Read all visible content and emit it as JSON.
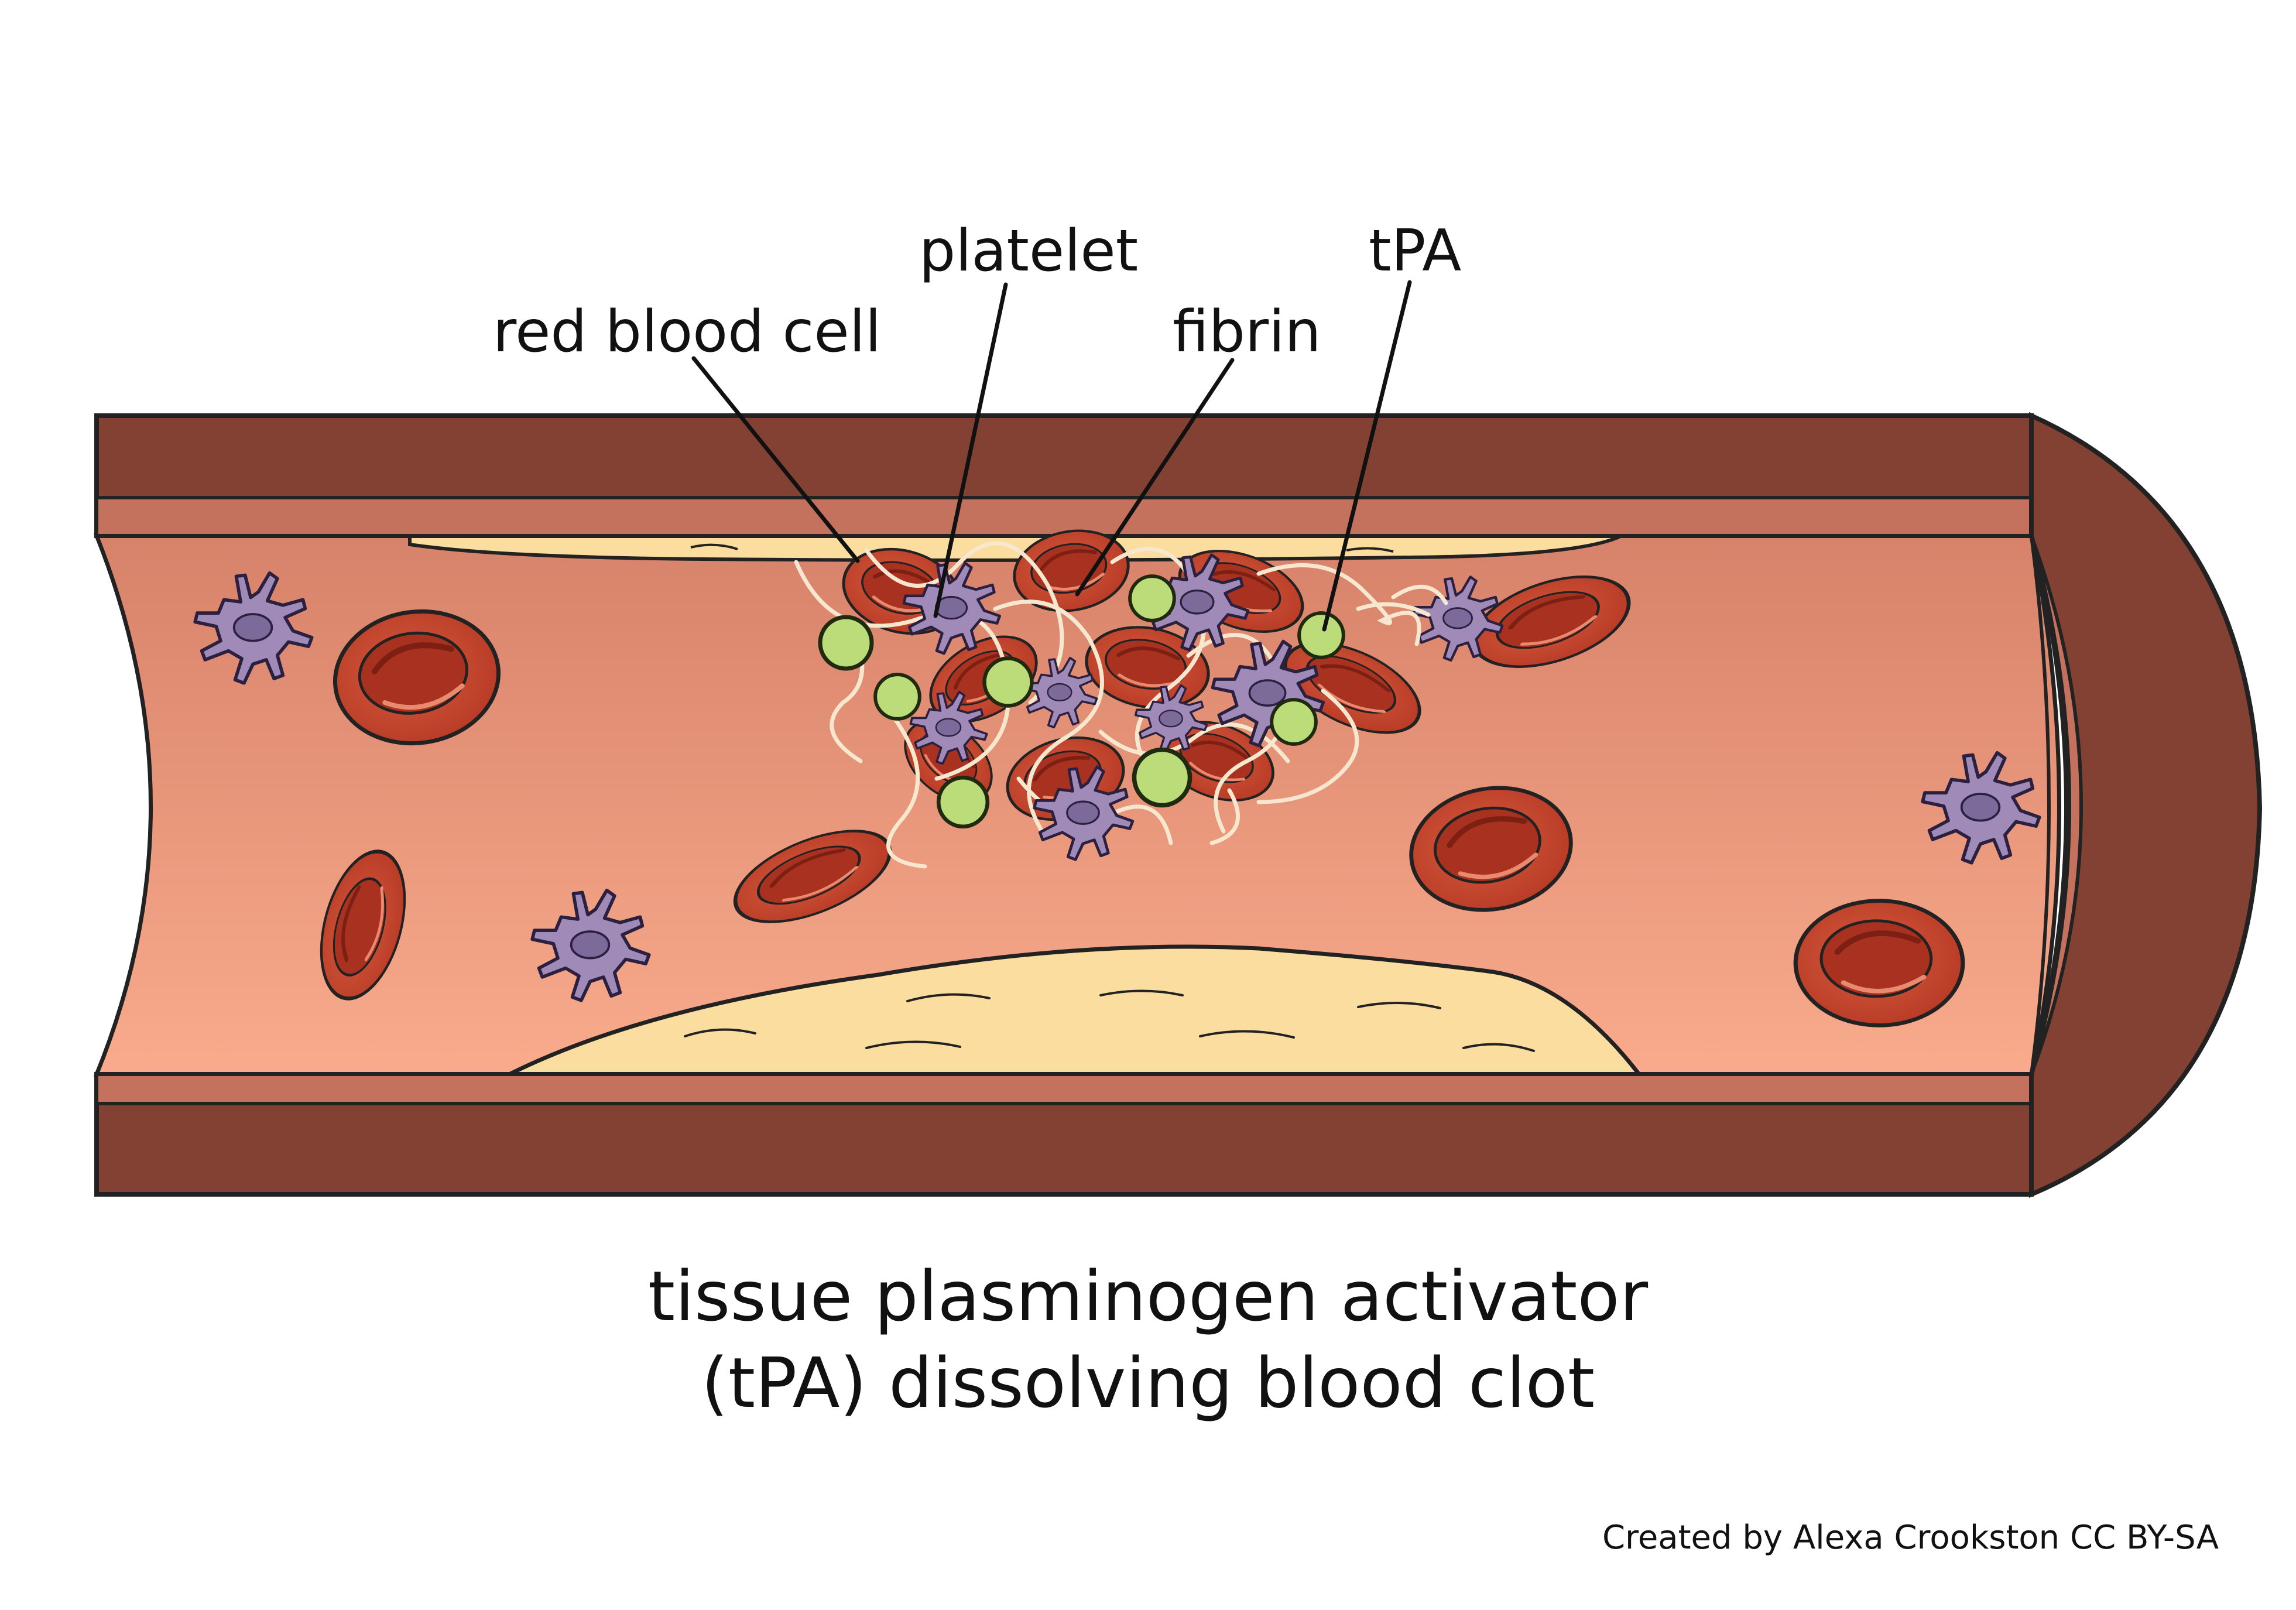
{
  "labels": {
    "red_blood_cell": "red blood cell",
    "platelet": "platelet",
    "fibrin": "fibrin",
    "tpa": "tPA"
  },
  "caption": {
    "line1": "tissue plasminogen activator",
    "line2": "(tPA) dissolving blood clot"
  },
  "credit": "Created by Alexa Crookston CC BY-SA",
  "colors": {
    "vessel_wall": "#834133",
    "vessel_inner_edge": "#c4725e",
    "lumen_top": "#d7826a",
    "lumen_bottom": "#f9ab8c",
    "plaque": "#fbdda0",
    "red_blood_cell": "#c4452c",
    "platelet": "#a08bb8",
    "tpa": "#bcdc79",
    "fibrin": "#f7e7cf"
  },
  "icons": {
    "red_blood_cell": "red-blood-cell-icon",
    "platelet": "platelet-icon",
    "tpa": "tpa-molecule-icon",
    "fibrin": "fibrin-strand-icon"
  }
}
